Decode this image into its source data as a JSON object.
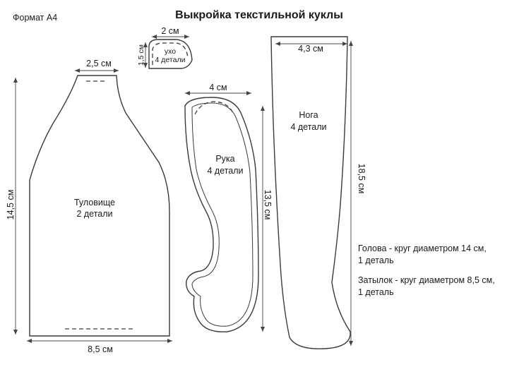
{
  "header": {
    "format": "Формат А4",
    "title": "Выкройка текстильной куклы"
  },
  "pieces": {
    "ear": {
      "width": "2 см",
      "height": "1,5 см",
      "name": "ухо",
      "count": "4 детали"
    },
    "torso": {
      "top_width": "2,5 см",
      "bottom_width": "8,5 см",
      "height": "14,5 см",
      "name": "Туловище",
      "count": "2 детали"
    },
    "arm": {
      "width": "4 см",
      "height": "13,5 см",
      "name": "Рука",
      "count": "4 детали"
    },
    "leg": {
      "width": "4,3 см",
      "height": "18,5 см",
      "name": "Нога",
      "count": "4 детали"
    }
  },
  "notes": {
    "head_line1": "Голова - круг диаметром 14 см,",
    "head_line2": "1 деталь",
    "nape_line1": "Затылок - круг диаметром 8,5 см,",
    "nape_line2": "1 деталь"
  }
}
